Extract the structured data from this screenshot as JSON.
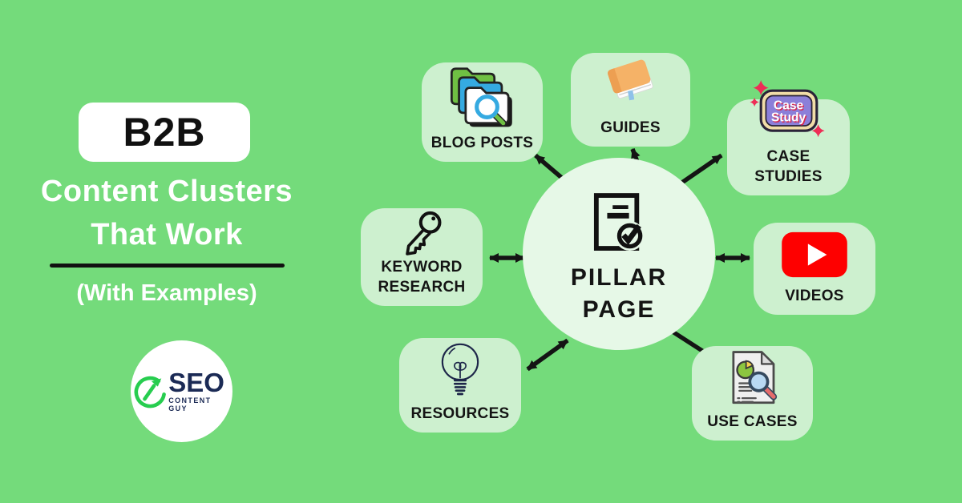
{
  "title_card": {
    "badge": "B2B",
    "title_line1": "Content Clusters",
    "title_line2": "That Work",
    "subtitle": "(With Examples)"
  },
  "logo": {
    "name": "SEO",
    "tagline": "CONTENT GUY"
  },
  "center_node": {
    "line1": "PILLAR",
    "line2": "PAGE",
    "icon": "document-check-icon"
  },
  "nodes": [
    {
      "id": "blog-posts",
      "label": "BLOG POSTS",
      "icon": "folders-search-icon"
    },
    {
      "id": "guides",
      "label": "GUIDES",
      "icon": "orange-book-icon"
    },
    {
      "id": "case-studies",
      "label": "CASE STUDIES",
      "icon": "case-study-badge-icon"
    },
    {
      "id": "videos",
      "label": "VIDEOS",
      "icon": "youtube-play-icon"
    },
    {
      "id": "use-cases",
      "label": "USE CASES",
      "icon": "report-magnifier-icon"
    },
    {
      "id": "resources",
      "label": "RESOURCES",
      "icon": "lightbulb-icon"
    },
    {
      "id": "keyword-research",
      "label": "KEYWORD RESEARCH",
      "icon": "key-icon"
    }
  ],
  "case_study_badge": {
    "line1": "Case",
    "line2": "Study"
  },
  "colors": {
    "background": "#74DB7B",
    "node_fill": "#CDF0CF",
    "center_fill": "#E6F8E7",
    "text_dark": "#141414",
    "text_white": "#FFFFFF",
    "youtube_red": "#FE0000",
    "badge_purple": "#8B7FD9",
    "badge_cream": "#F1DDA8",
    "badge_star_red": "#EE2D56",
    "folder_green": "#6FC043",
    "folder_blue": "#35AAE1",
    "book_orange": "#F5B267",
    "logo_navy": "#1B2A55",
    "logo_green": "#27CD4F"
  }
}
